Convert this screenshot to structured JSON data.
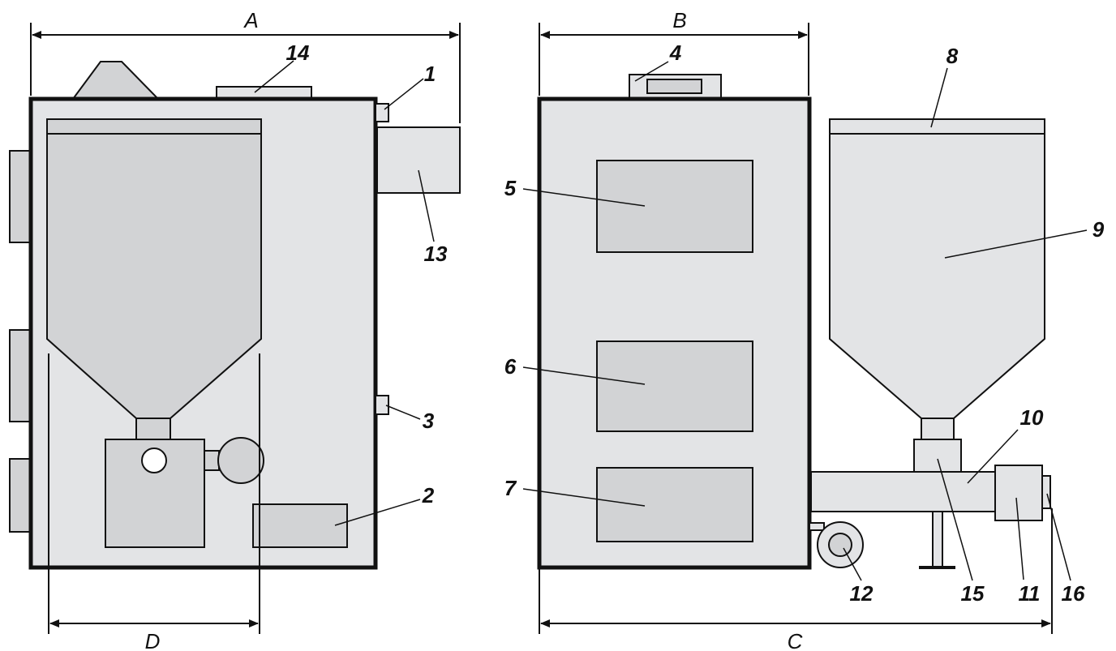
{
  "dimensions": {
    "A": "A",
    "B": "B",
    "C": "C",
    "D": "D"
  },
  "callouts": {
    "c1": "1",
    "c2": "2",
    "c3": "3",
    "c4": "4",
    "c5": "5",
    "c6": "6",
    "c7": "7",
    "c8": "8",
    "c9": "9",
    "c10": "10",
    "c11": "11",
    "c12": "12",
    "c13": "13",
    "c14": "14",
    "c15": "15",
    "c16": "16"
  },
  "colors": {
    "body_fill": "#e3e4e6",
    "part_fill": "#d2d3d5",
    "outline": "#111111"
  }
}
